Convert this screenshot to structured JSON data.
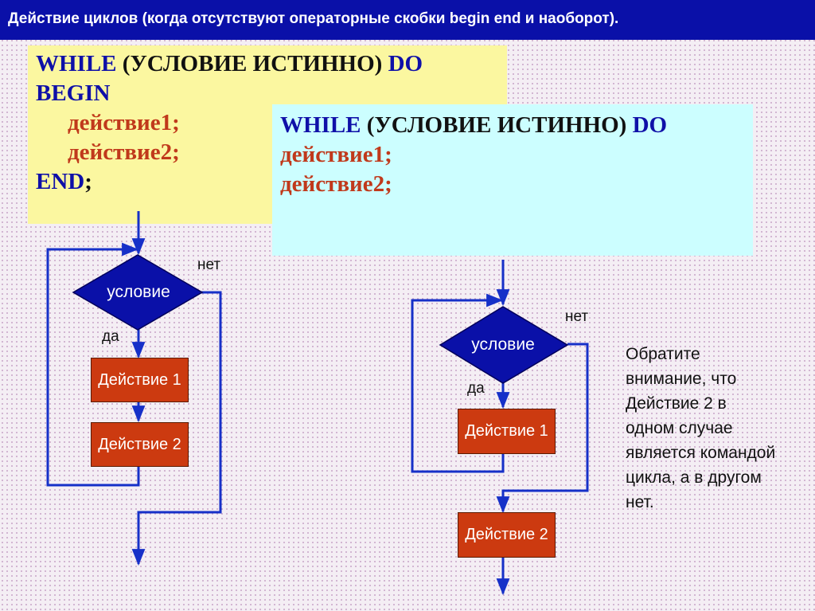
{
  "title": "Действие циклов (когда отсутствуют операторные скобки begin end и наоборот).",
  "code_block_1": {
    "while": "WHILE",
    "condition": "(УСЛОВИЕ ИСТИННО)",
    "do": "DO",
    "begin": "BEGIN",
    "action1": "действие1;",
    "action2": "действие2;",
    "end": "END",
    "semicolon": ";"
  },
  "code_block_2": {
    "while": "WHILE",
    "condition": "(УСЛОВИЕ ИСТИННО)",
    "do": "DO",
    "action1": "действие1;",
    "action2": "действие2;"
  },
  "flowchart_left": {
    "condition": "условие",
    "yes": "да",
    "no": "нет",
    "action1": "Действие 1",
    "action2": "Действие 2"
  },
  "flowchart_right": {
    "condition": "условие",
    "yes": "да",
    "no": "нет",
    "action1": "Действие 1",
    "action2": "Действие 2"
  },
  "note": "Обратите внимание, что Действие 2 в одном случае является командой цикла, а в другом нет.",
  "colors": {
    "title_bg": "#0a10a8",
    "box1_bg": "#fbf7a0",
    "box2_bg": "#ccfeff",
    "keyword": "#0f10a8",
    "action_text": "#c0391b",
    "diamond": "#0a10a8",
    "action_box": "#cc3a10",
    "arrow": "#1630c8"
  }
}
